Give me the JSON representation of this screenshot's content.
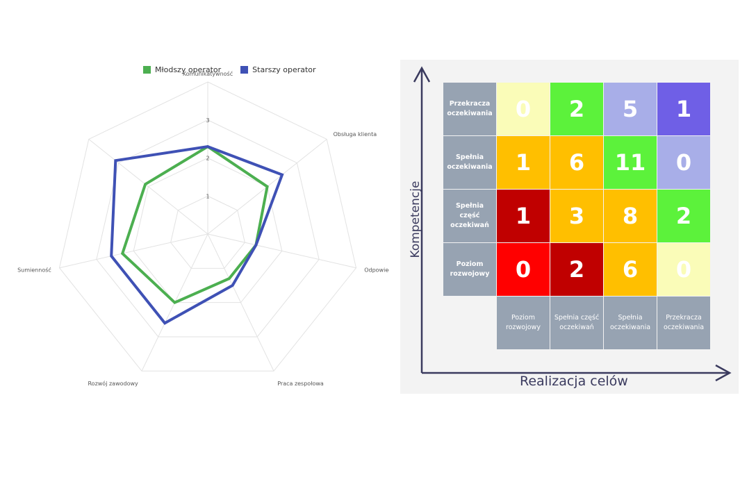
{
  "radar": {
    "legend": [
      {
        "name": "Młodszy operator",
        "color": "#4caf50"
      },
      {
        "name": "Starszy operator",
        "color": "#3f51b5"
      }
    ]
  },
  "matrix": {
    "x_title": "Realizacja celów",
    "y_title": "Kompetencje",
    "row_labels": [
      "Przekracza oczekiwania",
      "Spełnia oczekiwania",
      "Spełnia część oczekiwań",
      "Poziom rozwojowy"
    ],
    "col_labels": [
      "Poziom rozwojowy",
      "Spełnia część oczekiwań",
      "Spełnia oczekiwania",
      "Przekracza oczekiwania"
    ],
    "cells": [
      [
        {
          "value": "0",
          "color": "#fafcb8"
        },
        {
          "value": "2",
          "color": "#5cf23b"
        },
        {
          "value": "5",
          "color": "#a8aee8"
        },
        {
          "value": "1",
          "color": "#6f5fe6"
        }
      ],
      [
        {
          "value": "1",
          "color": "#ffbf00"
        },
        {
          "value": "6",
          "color": "#ffbf00"
        },
        {
          "value": "11",
          "color": "#5cf23b"
        },
        {
          "value": "0",
          "color": "#a8aee8"
        }
      ],
      [
        {
          "value": "1",
          "color": "#c00000"
        },
        {
          "value": "3",
          "color": "#ffbf00"
        },
        {
          "value": "8",
          "color": "#ffbf00"
        },
        {
          "value": "2",
          "color": "#5cf23b"
        }
      ],
      [
        {
          "value": "0",
          "color": "#ff0000"
        },
        {
          "value": "2",
          "color": "#c00000"
        },
        {
          "value": "6",
          "color": "#ffbf00"
        },
        {
          "value": "0",
          "color": "#fafcb8"
        }
      ]
    ]
  },
  "chart_data": [
    {
      "type": "radar",
      "axes": [
        "Komunikatywność",
        "Obsługa klienta",
        "Odpowiedzialność",
        "Praca zespołowa",
        "Rozwój zawodowy",
        "Sumienność",
        ""
      ],
      "ticks": [
        "1",
        "2",
        "3"
      ],
      "rmax": 4,
      "series": [
        {
          "name": "Młodszy operator",
          "values": [
            2.3,
            2.0,
            1.3,
            1.3,
            2.0,
            2.3,
            2.1
          ]
        },
        {
          "name": "Starszy operator",
          "values": [
            2.3,
            2.5,
            1.3,
            1.5,
            2.6,
            2.6,
            3.1
          ]
        }
      ]
    },
    {
      "type": "heatmap",
      "xlabel": "Realizacja celów",
      "ylabel": "Kompetencje",
      "x": [
        "Poziom rozwojowy",
        "Spełnia część oczekiwań",
        "Spełnia oczekiwania",
        "Przekracza oczekiwania"
      ],
      "y": [
        "Przekracza oczekiwania",
        "Spełnia oczekiwania",
        "Spełnia część oczekiwań",
        "Poziom rozwojowy"
      ],
      "values": [
        [
          0,
          2,
          5,
          1
        ],
        [
          1,
          6,
          11,
          0
        ],
        [
          1,
          3,
          8,
          2
        ],
        [
          0,
          2,
          6,
          0
        ]
      ]
    }
  ]
}
